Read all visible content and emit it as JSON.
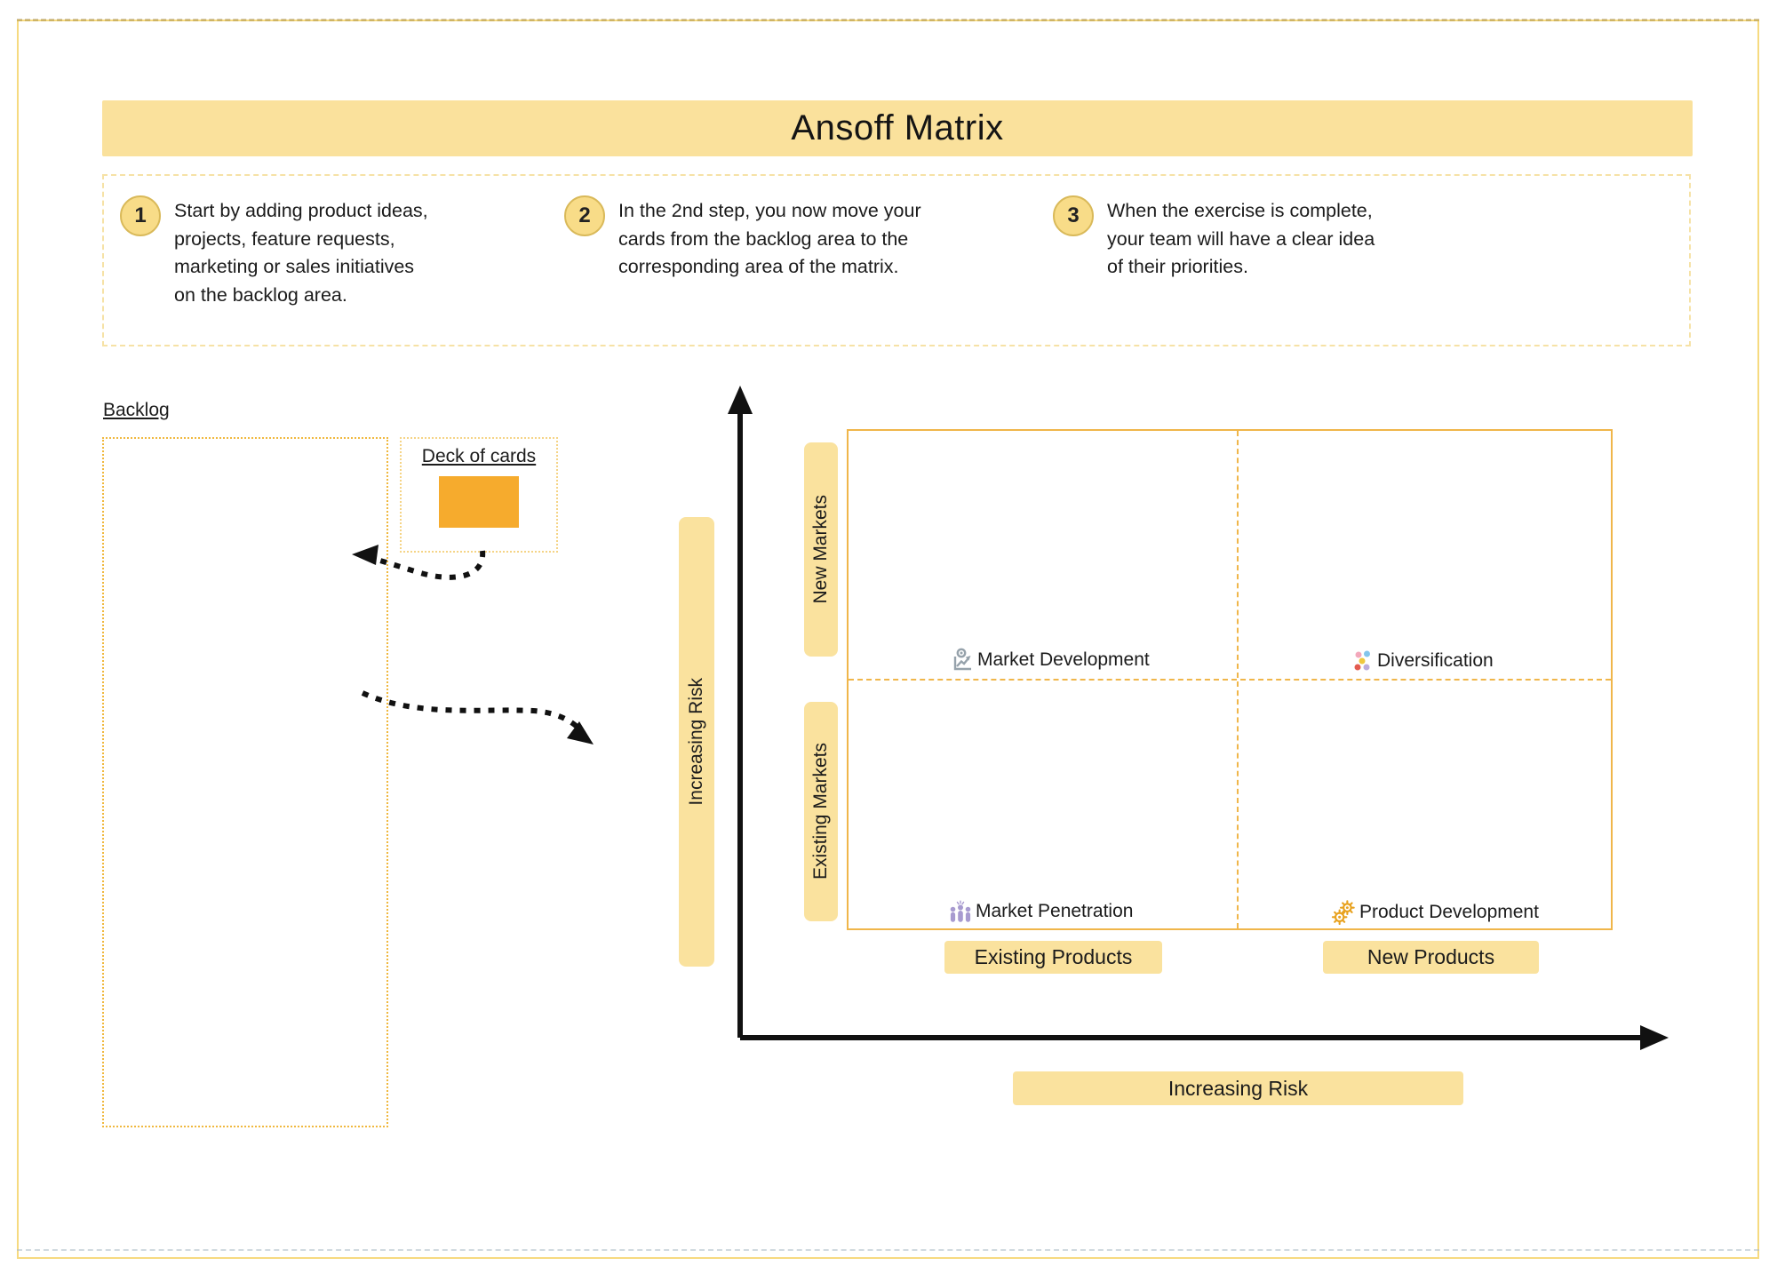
{
  "title": "Ansoff Matrix",
  "steps": [
    {
      "number": "1",
      "text": "Start by adding product ideas,\nprojects, feature requests,\nmarketing or sales initiatives\non the backlog area."
    },
    {
      "number": "2",
      "text": "In the 2nd step, you now move your\ncards from the backlog area to the\ncorresponding area of the matrix."
    },
    {
      "number": "3",
      "text": "When the exercise is complete,\nyour team will have a clear idea\nof their priorities."
    }
  ],
  "backlog": {
    "label": "Backlog"
  },
  "deck": {
    "label": "Deck of cards"
  },
  "axes": {
    "vertical": "Increasing Risk",
    "horizontal": "Increasing Risk"
  },
  "matrix": {
    "rows": [
      {
        "label": "New Markets"
      },
      {
        "label": "Existing Markets"
      }
    ],
    "columns": [
      {
        "label": "Existing Products"
      },
      {
        "label": "New Products"
      }
    ],
    "quadrants": [
      {
        "label": "Market Development",
        "icon": "growth-chart-icon",
        "position": "top-left"
      },
      {
        "label": "Diversification",
        "icon": "colored-dots-icon",
        "position": "top-right"
      },
      {
        "label": "Market Penetration",
        "icon": "people-icon",
        "position": "bottom-left"
      },
      {
        "label": "Product Development",
        "icon": "gears-icon",
        "position": "bottom-right"
      }
    ]
  },
  "colors": {
    "banner_yellow": "#FAE19C",
    "band_yellow": "#FAE29E",
    "card_orange": "#F6AB2D",
    "matrix_border_orange": "#F0B64A",
    "backlog_border_orange": "#F0B83E",
    "step_circle_fill": "#F8DC88",
    "step_circle_border": "#D9B959",
    "axis_black": "#111111",
    "icon_gray": "#96A2AB",
    "icon_purple": "#A89BD0",
    "icon_orange": "#E8A21F"
  }
}
